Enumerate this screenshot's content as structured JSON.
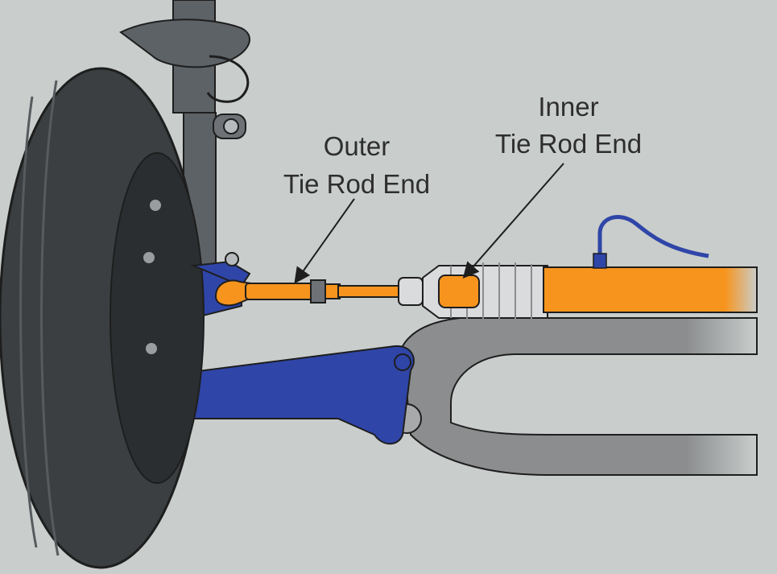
{
  "labels": {
    "outer": {
      "line1": "Outer",
      "line2": "Tie Rod End"
    },
    "inner": {
      "line1": "Inner",
      "line2": "Tie Rod End"
    }
  },
  "colors": {
    "background": "#c9cdcb",
    "tie_rod_orange": "#f7941d",
    "control_arm_blue": "#2f45a8",
    "tire": "#3b3f41",
    "subframe_gray": "#8b8d8f",
    "strut_gray": "#5d6266",
    "outline": "#1e1e1e"
  },
  "icons": [
    "arrow-pointer-icon"
  ]
}
